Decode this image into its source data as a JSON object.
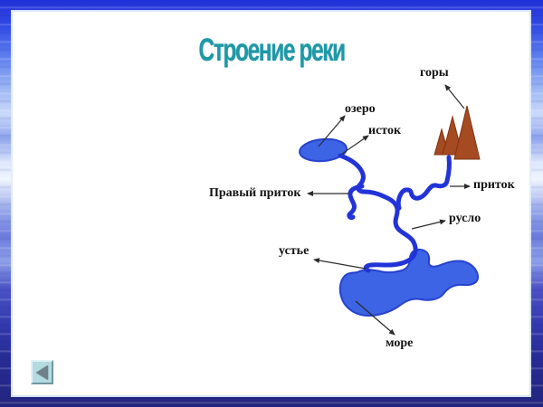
{
  "slide": {
    "title": "Строение реки"
  },
  "diagram": {
    "labels": {
      "mountains": "горы",
      "lake": "озеро",
      "source": "исток",
      "right_tributary": "Правый приток",
      "tributary": "приток",
      "channel": "русло",
      "mouth": "устье",
      "sea": "море"
    },
    "colors": {
      "title_text": "#1F98A6",
      "river_stroke": "#2233D8",
      "water_fill": "#3C64E4",
      "water_outline": "#2742CE",
      "mountain_fill": "#A54A21",
      "mountain_outline": "#7E3413",
      "label_text": "#131313",
      "arrow": "#2B2B2B",
      "frame_top": "#2030D8",
      "frame_bottom": "#23267E"
    }
  },
  "navigation": {
    "back_button": "back"
  }
}
